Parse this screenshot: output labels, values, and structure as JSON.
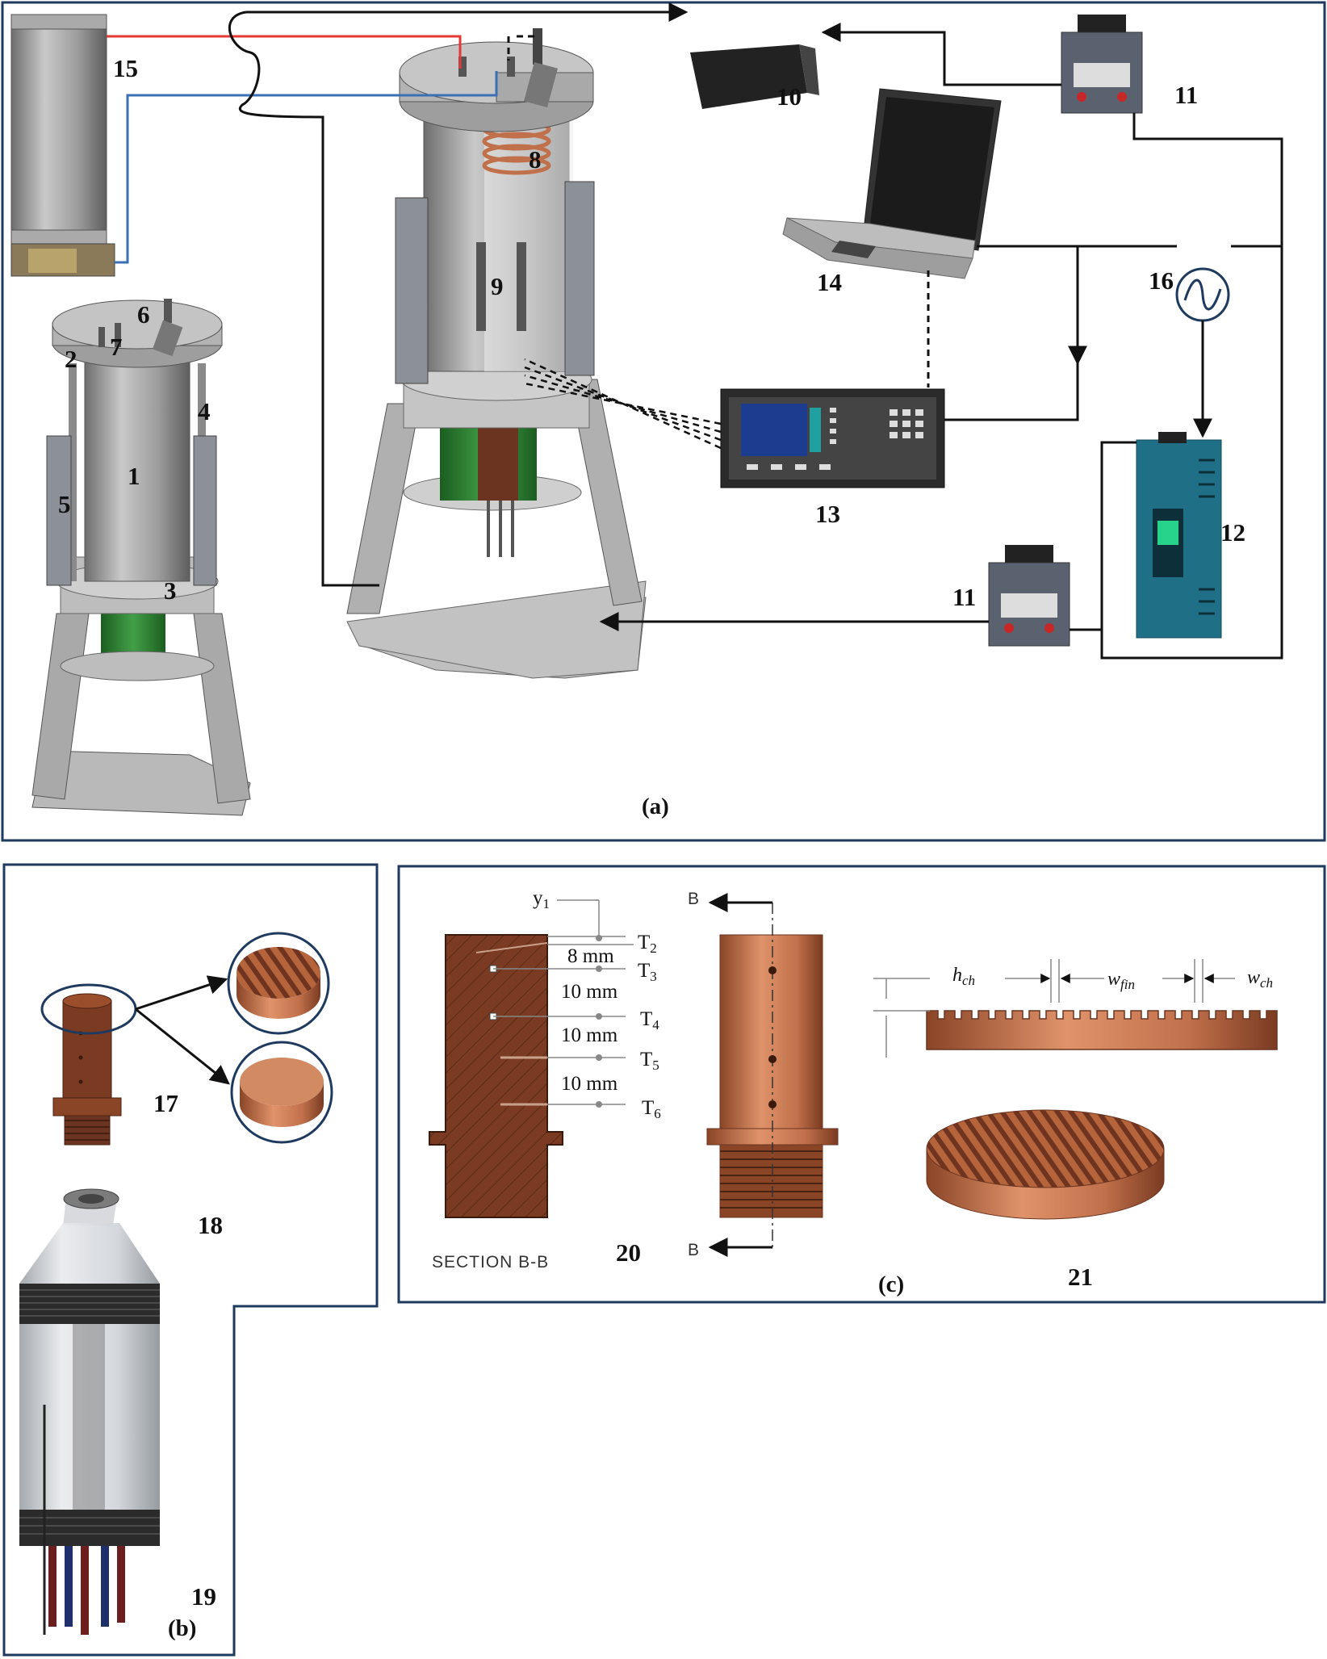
{
  "panels": {
    "a": "(a)",
    "b": "(b)",
    "c": "(c)"
  },
  "labels": {
    "n1": "1",
    "n2": "2",
    "n3": "3",
    "n4": "4",
    "n5": "5",
    "n6": "6",
    "n7": "7",
    "n8": "8",
    "n9": "9",
    "n10": "10",
    "n11a": "11",
    "n11b": "11",
    "n12": "12",
    "n13": "13",
    "n14": "14",
    "n15": "15",
    "n16": "16",
    "n17": "17",
    "n18": "18",
    "n19": "19",
    "n20": "20",
    "n21": "21"
  },
  "section": {
    "title": "SECTION B-B",
    "cut_top": "B",
    "cut_bottom": "B",
    "y1_base": "y",
    "y1_sub": "1",
    "spacings": [
      "8 mm",
      "10 mm",
      "10 mm",
      "10 mm"
    ],
    "thermocouples": [
      {
        "base": "T",
        "sub": "2"
      },
      {
        "base": "T",
        "sub": "3"
      },
      {
        "base": "T",
        "sub": "4"
      },
      {
        "base": "T",
        "sub": "5"
      },
      {
        "base": "T",
        "sub": "6"
      }
    ]
  },
  "fins": {
    "h_base": "h",
    "h_sub": "ch",
    "wfin_base": "w",
    "wfin_sub": "fin",
    "wch_base": "w",
    "wch_sub": "ch"
  },
  "colors": {
    "frame": "#1f3a5f",
    "copper": "#b5643c",
    "copper_dark": "#7a3b22",
    "steel": "#9a9a9a",
    "green": "#2e7d32",
    "teal": "#1f6f86",
    "hot_line": "#e53935",
    "cold_line": "#3b6fb6"
  }
}
